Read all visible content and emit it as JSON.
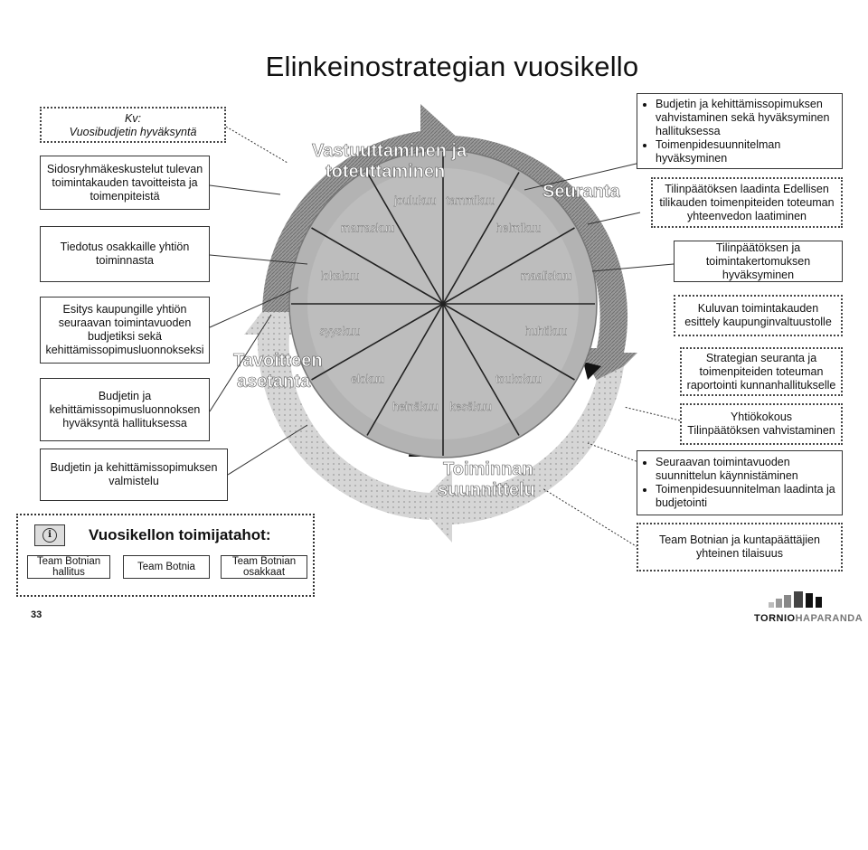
{
  "title": "Elinkeinostrategian vuosikello",
  "left_boxes": {
    "kv_title": "Kv:",
    "kv_text": "Vuosibudjetin hyväksyntä",
    "box1": "Sidosryhmäkeskustelut tulevan toimintakauden tavoitteista ja toimenpiteistä",
    "box2": "Tiedotus osakkaille yhtiön toiminnasta",
    "box3": "Esitys kaupungille yhtiön seuraavan toimintavuoden budjetiksi sekä kehittämissopimusluonnokseksi",
    "box4": "Budjetin ja kehittämissopimusluonnoksen hyväksyntä hallituksessa",
    "box5": "Budjetin ja kehittämissopimuksen valmistelu"
  },
  "right_boxes": {
    "box1_items": [
      "Budjetin ja kehittämissopimuksen vahvistaminen sekä hyväksyminen hallituksessa",
      "Toimenpidesuunnitelman hyväksyminen"
    ],
    "box2": "Tilinpäätöksen laadinta Edellisen tilikauden toimenpiteiden toteuman yhteenvedon laatiminen",
    "box3": "Tilinpäätöksen ja toimintakertomuksen hyväksyminen",
    "box4": "Kuluvan toimintakauden esittely kaupunginvaltuustolle",
    "box5": "Strategian seuranta ja toimenpiteiden toteuman raportointi kunnanhallitukselle",
    "box6_line1": "Yhtiökokous",
    "box6_line2": "Tilinpäätöksen vahvistaminen",
    "box7_items": [
      "Seuraavan toimintavuoden suunnittelun käynnistäminen",
      "Toimenpidesuunnitelman laadinta ja budjetointi"
    ],
    "box8": "Team Botnian ja kuntapäättäjien yhteinen tilaisuus"
  },
  "ring": {
    "phase1_line1": "Vastuuttaminen ja",
    "phase1_line2": "toteuttaminen",
    "phase2": "Seuranta",
    "phase3_line1": "Toiminnan",
    "phase3_line2": "suunnittelu",
    "phase4_line1": "Tavoitteen",
    "phase4_line2": "asetanta"
  },
  "months": [
    "tammikuu",
    "helmikuu",
    "maaliskuu",
    "huhtikuu",
    "toukokuu",
    "kesäkuu",
    "heinäkuu",
    "elokuu",
    "syyskuu",
    "lokakuu",
    "marraskuu",
    "joulukuu"
  ],
  "legend": {
    "title": "Vuosikellon toimijatahot:",
    "actors": [
      "Team Botnian hallitus",
      "Team Botnia",
      "Team Botnian osakkaat"
    ]
  },
  "page_number": "33",
  "logo": {
    "part1": "TORNIO",
    "part2": "HAPARANDA"
  },
  "colors": {
    "arrow_dark": "#8a8a8a",
    "arrow_light": "#c9c9c9",
    "wheel": "#b0b0b0",
    "text": "#111111"
  }
}
